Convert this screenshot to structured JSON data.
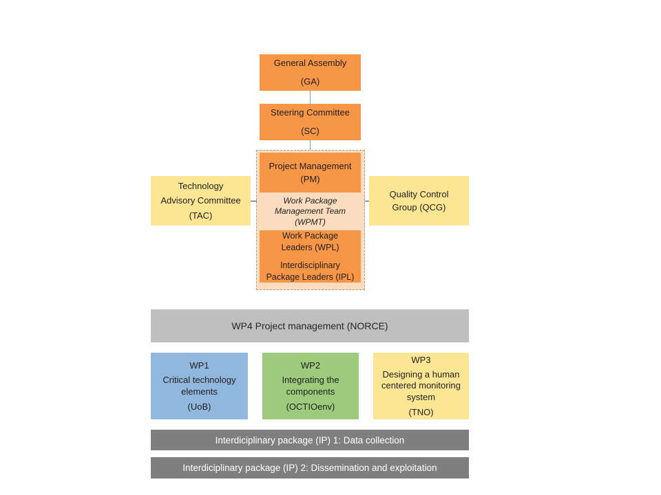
{
  "boxes": {
    "general_assembly": {
      "name": "General Assembly",
      "abbr": "(GA)"
    },
    "steering_committee": {
      "name": "Steering Committee",
      "abbr": "(SC)"
    },
    "project_management": {
      "name": "Project Management",
      "abbr": "(PM)"
    },
    "wpmt": {
      "line1": "Work Package",
      "line2": "Management Team",
      "line3": "(WPMT)"
    },
    "wp_leaders": {
      "line1": "Work Package",
      "line2": "Leaders (WPL)",
      "line3": "Interdisciplinary",
      "line4": "Package Leaders (IPL)"
    },
    "tac": {
      "line1": "Technology",
      "line2": "Advisory Committee",
      "line3": "(TAC)"
    },
    "qcg": {
      "line1": "Quality Control",
      "line2": "Group (QCG)"
    }
  },
  "wp4_bar": {
    "label": "WP4 Project management (NORCE)"
  },
  "work_packages": [
    {
      "id": "WP1",
      "description": "Critical technology elements",
      "org": "(UoB)",
      "color": "#92B7DF"
    },
    {
      "id": "WP2",
      "description": "Integrating the components",
      "org": "(OCTIOenv)",
      "color": "#9DCB7B"
    },
    {
      "id": "WP3",
      "description": "Designing a human centered monitoring system",
      "org": "(TNO)",
      "color": "#FCE694"
    }
  ],
  "ip_bars": [
    {
      "label": "Interdiciplinary package (IP) 1: Data collection"
    },
    {
      "label": "Interdiciplinary package (IP) 2: Dissemination and exploitation"
    }
  ],
  "colors": {
    "orange": "#F79646",
    "peach": "#FBDCBE",
    "yellow": "#FCE694",
    "blue": "#92B7DF",
    "green": "#9DCB7B",
    "bar_light_gray": "#BFBFBF",
    "bar_dark_gray": "#7F7F7F",
    "connector_blue_gray": "#8099B1",
    "connector_dark": "#404040",
    "dashed_border": "#A0A0A0",
    "text": "#1F1F1F",
    "bar_text": "#FFFFFF"
  }
}
